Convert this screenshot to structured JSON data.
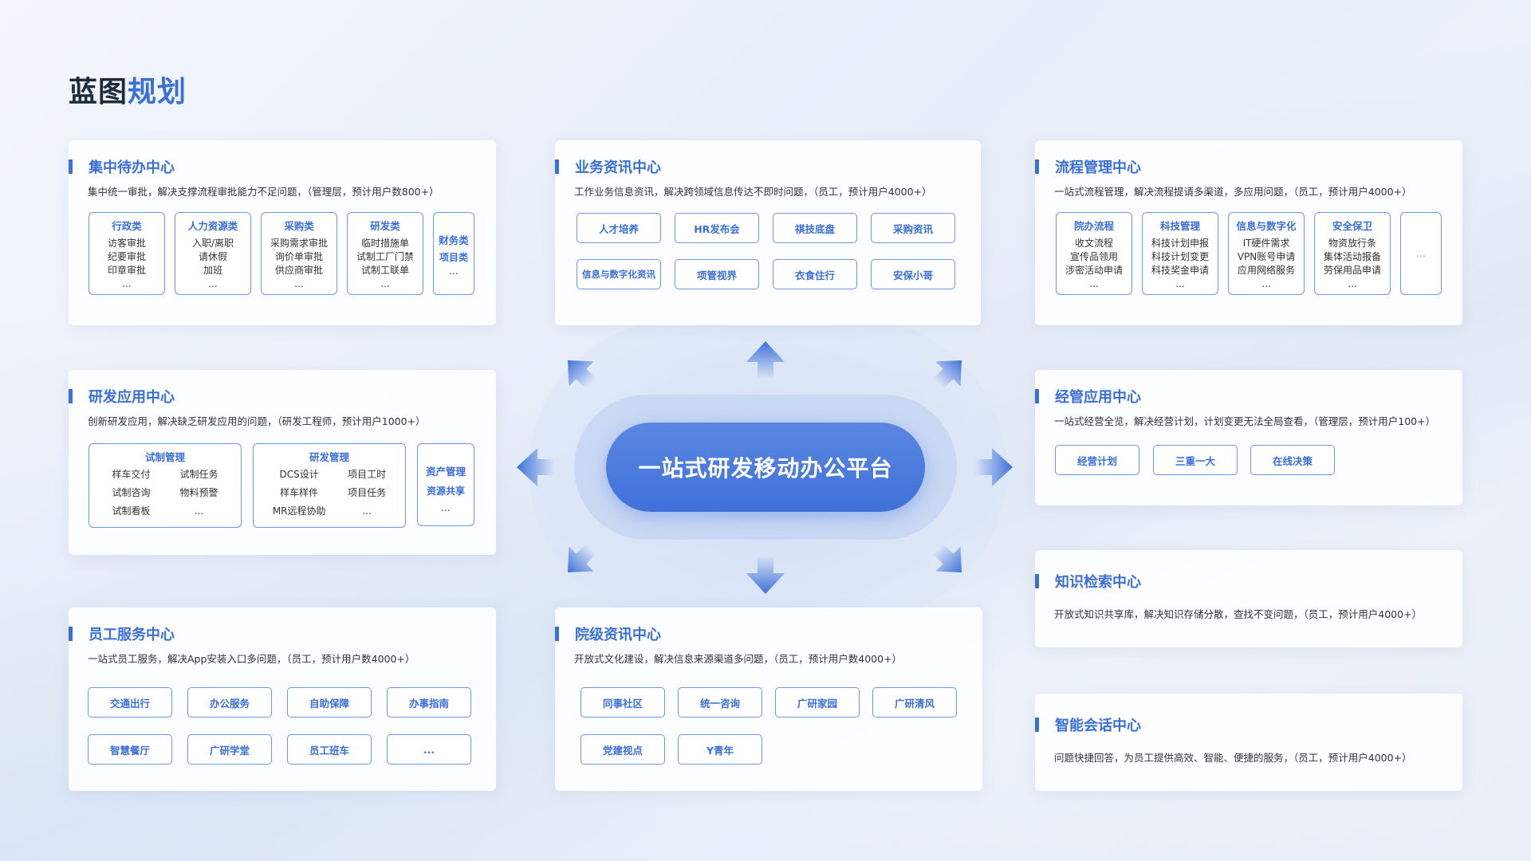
{
  "title": {
    "part1": "蓝图",
    "part2": "规划"
  },
  "hub": {
    "label": "一站式研发移动办公平台"
  },
  "colors": {
    "accent": "#3a6fd8",
    "border": "#6e97e6",
    "hub": "#4a7bdd"
  },
  "cards": {
    "jizhong": {
      "title": "集中待办中心",
      "desc": "集中统一审批，解决支撑流程审批能力不足问题，（管理层，预计用户数800+）",
      "groups": [
        {
          "title": "行政类",
          "items": [
            "访客审批",
            "纪要审批",
            "印章审批",
            "..."
          ]
        },
        {
          "title": "人力资源类",
          "items": [
            "入职/离职",
            "请休假",
            "加班",
            "..."
          ]
        },
        {
          "title": "采购类",
          "items": [
            "采购需求审批",
            "询价单审批",
            "供应商审批",
            "..."
          ]
        },
        {
          "title": "研发类",
          "items": [
            "临时措施单",
            "试制工厂门禁",
            "试制工联单",
            "..."
          ]
        },
        {
          "title": "财务类",
          "items": [
            "项目类",
            "..."
          ]
        }
      ]
    },
    "yewu": {
      "title": "业务资讯中心",
      "desc": "工作业务信息资讯，解决跨领域信息传达不即时问题，（员工，预计用户4000+）",
      "tags": [
        "人才培养",
        "HR发布会",
        "祺技底盘",
        "采购资讯",
        "信息与数字化资讯",
        "项管视界",
        "衣食住行",
        "安保小哥"
      ]
    },
    "liucheng": {
      "title": "流程管理中心",
      "desc": "一站式流程管理，解决流程提请多渠道，多应用问题，（员工，预计用户4000+）",
      "groups": [
        {
          "title": "院办流程",
          "items": [
            "收文流程",
            "宣传品领用",
            "涉密活动申请",
            "..."
          ]
        },
        {
          "title": "科技管理",
          "items": [
            "科技计划申报",
            "科技计划变更",
            "科技奖金申请",
            "..."
          ]
        },
        {
          "title": "信息与数字化",
          "items": [
            "IT硬件需求",
            "VPN账号申请",
            "应用网络服务",
            "..."
          ]
        },
        {
          "title": "安全保卫",
          "items": [
            "物资放行条",
            "集体活动报备",
            "劳保用品申请",
            "..."
          ]
        }
      ],
      "more": "..."
    },
    "yanfa": {
      "title": "研发应用中心",
      "desc": "创新研发应用，解决缺乏研发应用的问题，（研发工程师，预计用户1000+）",
      "groups": [
        {
          "title": "试制管理",
          "left": [
            "样车交付",
            "试制咨询",
            "试制看板"
          ],
          "right": [
            "试制任务",
            "物料预警",
            "..."
          ]
        },
        {
          "title": "研发管理",
          "left": [
            "DCS设计",
            "样车样件",
            "MR远程协助"
          ],
          "right": [
            "项目工时",
            "项目任务",
            "..."
          ]
        }
      ],
      "asset": {
        "t1": "资产管理",
        "t2": "资源共享",
        "more": "..."
      }
    },
    "jingguan": {
      "title": "经管应用中心",
      "desc": "一站式经营全览，解决经营计划，计划变更无法全局查看，（管理层，预计用户100+）",
      "tags": [
        "经营计划",
        "三重一大",
        "在线决策"
      ]
    },
    "zhishi": {
      "title": "知识检索中心",
      "desc": "开放式知识共享库，解决知识存储分散，查找不变问题，（员工，预计用户4000+）"
    },
    "yuangong": {
      "title": "员工服务中心",
      "desc": "一站式员工服务，解决App安装入口多问题，（员工，预计用户数4000+）",
      "tags": [
        "交通出行",
        "办公服务",
        "自助保障",
        "办事指南",
        "智慧餐厅",
        "广研学堂",
        "员工班车",
        "..."
      ]
    },
    "yuanji": {
      "title": "院级资讯中心",
      "desc": "开放式文化建设，解决信息来源渠道多问题，（员工，预计用户数4000+）",
      "tags": [
        "同事社区",
        "统一咨询",
        "广研家园",
        "广研清风",
        "党建视点",
        "Y青年"
      ]
    },
    "zhineng": {
      "title": "智能会话中心",
      "desc": "问题快捷回答，为员工提供高效、智能、便捷的服务，（员工，预计用户4000+）"
    }
  }
}
